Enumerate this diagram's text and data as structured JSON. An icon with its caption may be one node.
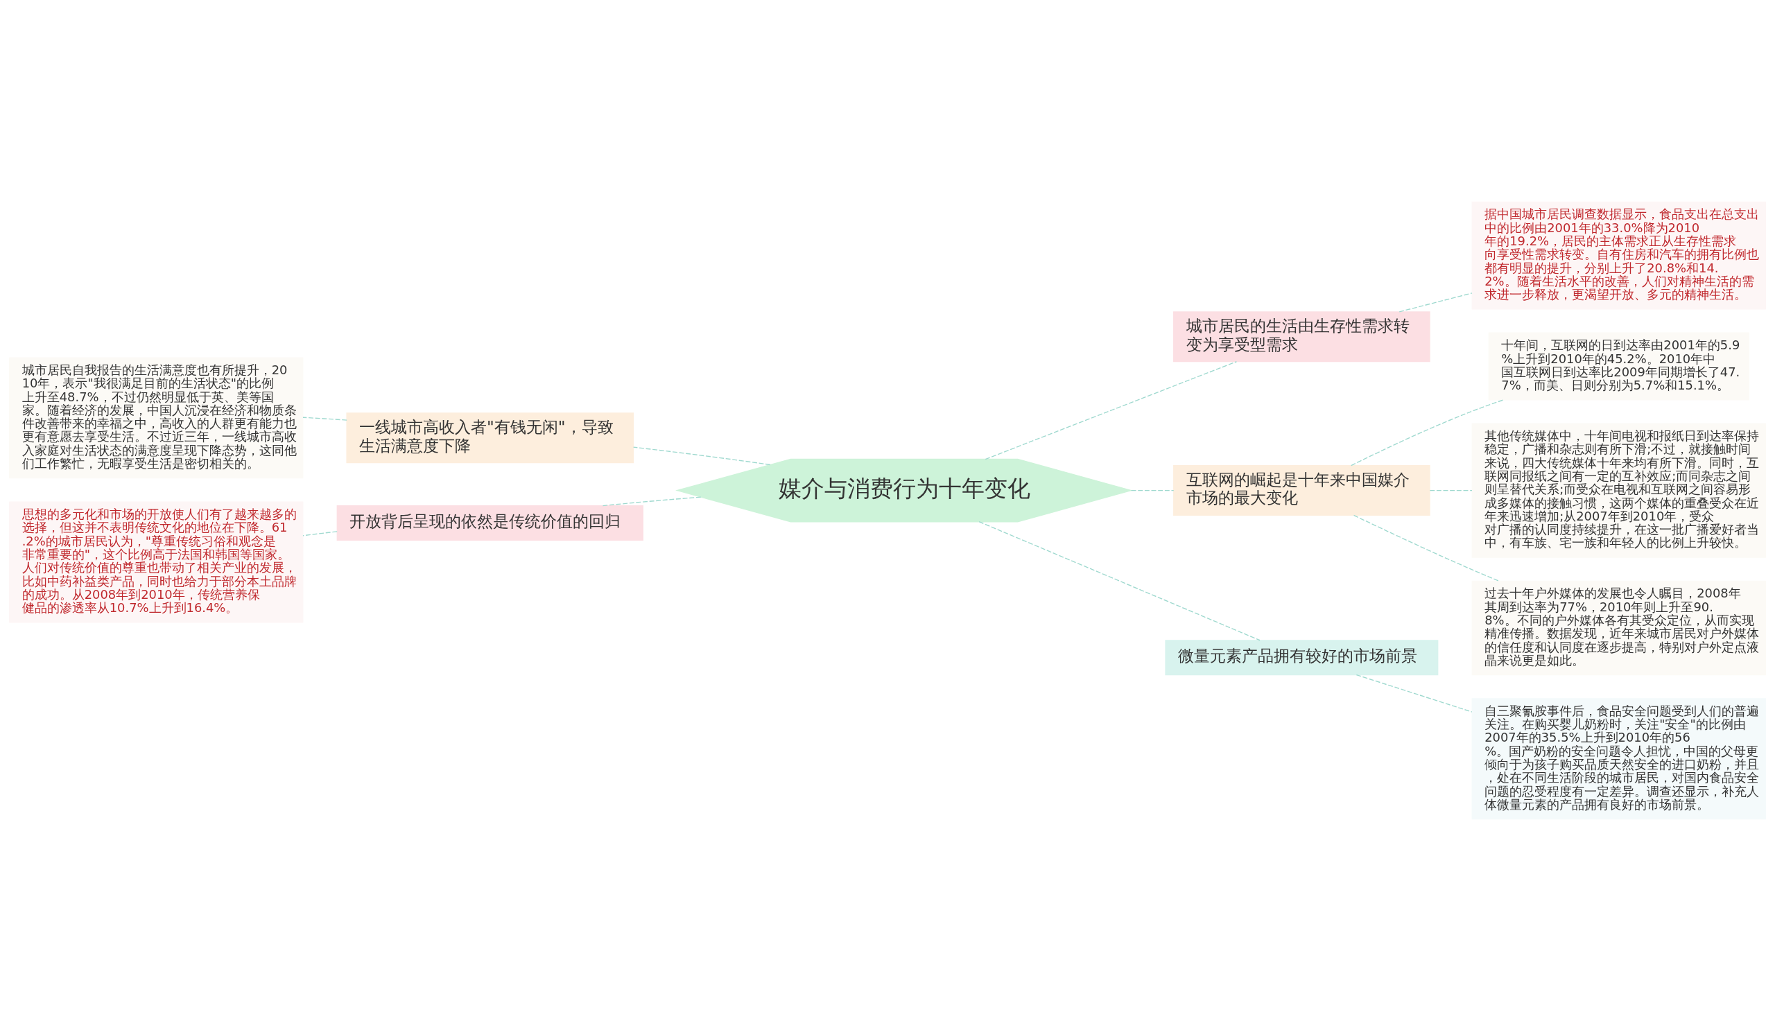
{
  "diagram": {
    "nodes": [
      {
        "text": [
          "媒介与消费行为十年变化"
        ]
      },
      {
        "text": [
          "一线城市高收入者\"有钱无闲\"，导致生活满意度下降"
        ]
      },
      {
        "text": [
          "城市居民自我报告的生活满意度也有所提升，2010年，表示\"我很满足目前的生活状态\"的比例上升至48.7%，不过仍然明显低于英、美等国家。随着经济的发展，中国人沉浸在经济和物质条件改善带来的幸福之中，高收入的人群更有能力也更有意愿去享受生活。不过近三年，一线城市高收入家庭对生活状态的满意度呈现下降态势，这同他们工作繁忙，无暇享受生活是密切相关的。"
        ]
      },
      {
        "text": [
          "开放背后呈现的依然是传统价值的回归"
        ]
      },
      {
        "text": [
          "思想的多元化和市场的开放使人们有了越来越多的选择，但这并不表明传统文化的地位在下降。61.2%的城市居民认为，\"尊重传统习俗和观念是非常重要的\"，这个比例高于法国和韩国等国家。人们对传统价值的尊重也带动了相关产业的发展，比如中药补益类产品，同时也给力于部分本土品牌的成功。从2008年到2010年，传统营养保健品的渗透率从10.7%上升到16.4%。"
        ]
      },
      {
        "text": [
          "城市居民的生活由生存性需求转变为享受型需求"
        ]
      },
      {
        "text": [
          "据中国城市居民调查数据显示，食品支出在总支出中的比例由2001年的33.0%降为2010年的19.2%，居民的主体需求正从生存性需求向享受性需求转变。自有住房和汽车的拥有比例也都有明显的提升，分别上升了20.8%和14.2%。随着生活水平的改善，人们对精神生活的需求进一步释放，更渴望开放、多元的精神生活。"
        ]
      },
      {
        "text": [
          "互联网的崛起是十年来中国媒介市场的最大变化"
        ]
      },
      {
        "text": [
          "十年间，互联网的日到达率由2001年的5.9%上升到2010年的45.2%。2010年中国互联网日到达率比2009年同期增长了47.7%，而美、日则分别为5.7%和15.1%。"
        ]
      },
      {
        "text": [
          "其他传统媒体中，十年间电视和报纸日到达率保持稳定，广播和杂志则有所下滑;不过，就接触时间来说，四大传统媒体十年来均有所下滑。同时，互联网同报纸之间有一定的互补效应;而同杂志之间则呈替代关系;而受众在电视和互联网之间容易形成多媒体的接触习惯，这两个媒体的重叠受众在近年来迅速增加;从2007年到2010年，受众对广播的认同度持续提升，在这一批广播爱好者当中，有车族、宅一族和年轻人的比例上升较快。"
        ]
      },
      {
        "text": [
          "过去十年户外媒体的发展也令人瞩目，2008年其周到达率为77%，2010年则上升至90.8%。不同的户外媒体各有其受众定位，从而实现精准传播。数据发现，近年来城市居民对户外媒体的信任度和认同度在逐步提高，特别对户外定点液晶来说更是如此。"
        ]
      },
      {
        "text": [
          "微量元素产品拥有较好的市场前景"
        ]
      },
      {
        "text": [
          "自三聚氰胺事件后，食品安全问题受到人们的普遍关注。在购买婴儿奶粉时，关注\"安全\"的比例由2007年的35.5%上升到2010年的56%。国产奶粉的安全问题令人担忧，中国的父母更倾向于为孩子购买品质天然安全的进口奶粉，并且，处在不同生活阶段的城市居民，对国内食品安全问题的忍受程度有一定差异。调查还显示，补充人体微量元素的产品拥有良好的市场前景。"
        ]
      }
    ],
    "edges": [
      {
        "from": 0,
        "to": 1,
        "arrow": "none",
        "style": "dashed"
      },
      {
        "from": 1,
        "to": 2,
        "arrow": "none",
        "style": "dashed"
      },
      {
        "from": 0,
        "to": 3,
        "arrow": "none",
        "style": "dashed"
      },
      {
        "from": 3,
        "to": 4,
        "arrow": "none",
        "style": "dashed"
      },
      {
        "from": 0,
        "to": 5,
        "arrow": "none",
        "style": "dashed"
      },
      {
        "from": 5,
        "to": 6,
        "arrow": "none",
        "style": "dashed"
      },
      {
        "from": 0,
        "to": 7,
        "arrow": "none",
        "style": "dashed"
      },
      {
        "from": 7,
        "to": 8,
        "arrow": "none",
        "style": "dashed"
      },
      {
        "from": 7,
        "to": 9,
        "arrow": "none",
        "style": "dashed"
      },
      {
        "from": 7,
        "to": 10,
        "arrow": "none",
        "style": "dashed"
      },
      {
        "from": 0,
        "to": 11,
        "arrow": "none",
        "style": "dashed"
      },
      {
        "from": 11,
        "to": 12,
        "arrow": "none",
        "style": "dashed"
      }
    ]
  }
}
